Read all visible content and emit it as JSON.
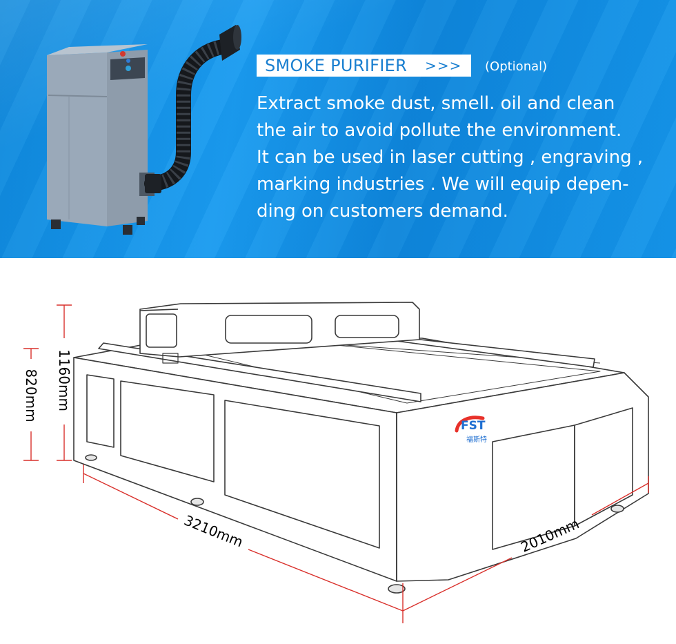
{
  "header": {
    "title": "SMOKE PURIFIER",
    "arrows": ">>>",
    "optional": "(Optional)"
  },
  "description": {
    "lines": [
      "Extract smoke dust, smell. oil and clean",
      "the air to avoid pollute the environment.",
      "It can be used in laser cutting , engraving ,",
      "marking industries . We will equip depen-",
      "ding on customers demand."
    ]
  },
  "dimensions": {
    "height_total": "1160mm",
    "height_table": "820mm",
    "length": "3210mm",
    "width": "2010mm"
  },
  "logo": {
    "text": "FST",
    "subtext": "福斯特"
  },
  "colors": {
    "banner_blue": "#1592e6",
    "title_text_blue": "#1a7fd0",
    "dimension_line_red": "#d9302b",
    "logo_blue": "#1f6fd1",
    "logo_red": "#e8312a"
  }
}
